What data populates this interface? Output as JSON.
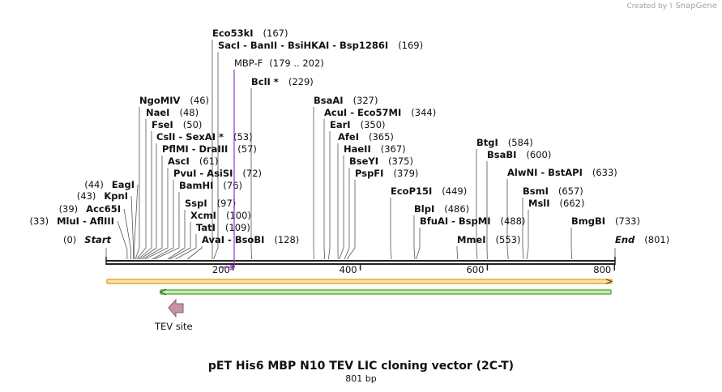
{
  "brand": {
    "created_by": "Created by",
    "name": "SnapGene"
  },
  "title": "pET His6 MBP N10 TEV LIC cloning vector (2C-T)",
  "length_label": "801 bp",
  "sequence_length": 801,
  "ruler_ticks": [
    "200",
    "400",
    "600",
    "800"
  ],
  "primer": {
    "name": "MBP-F",
    "range": "(179 .. 202)"
  },
  "feature_label": "TEV site",
  "colors": {
    "primer": "#9b30d0",
    "orange_bar": "#f0a830",
    "orange_fill": "#f7e2b0",
    "green_bar": "#5ab53a",
    "green_fill": "#c9eab3",
    "tev_fill": "#c893a8",
    "tev_stroke": "#8a5b6e"
  },
  "sites": [
    {
      "names": [
        "Start"
      ],
      "pos": "(0)",
      "cut": 0,
      "italic": true,
      "lead_left": true
    },
    {
      "names": [
        "MluI",
        "AflIII"
      ],
      "pos": "(33)",
      "cut": 33,
      "lead_left": true
    },
    {
      "names": [
        "Acc65I"
      ],
      "pos": "(39)",
      "cut": 39,
      "lead_left": true
    },
    {
      "names": [
        "KpnI"
      ],
      "pos": "(43)",
      "cut": 43,
      "lead_left": true
    },
    {
      "names": [
        "EagI"
      ],
      "pos": "(44)",
      "cut": 44,
      "lead_left": true
    },
    {
      "names": [
        "NgoMIV"
      ],
      "pos": "(46)",
      "cut": 46
    },
    {
      "names": [
        "NaeI"
      ],
      "pos": "(48)",
      "cut": 48
    },
    {
      "names": [
        "FseI"
      ],
      "pos": "(50)",
      "cut": 50
    },
    {
      "names": [
        "CslI",
        "SexAI *"
      ],
      "pos": "(53)",
      "cut": 53
    },
    {
      "names": [
        "PflMI",
        "DraIII"
      ],
      "pos": "(57)",
      "cut": 57
    },
    {
      "names": [
        "AscI"
      ],
      "pos": "(61)",
      "cut": 61
    },
    {
      "names": [
        "PvuI",
        "AsiSI"
      ],
      "pos": "(72)",
      "cut": 72
    },
    {
      "names": [
        "BamHI"
      ],
      "pos": "(76)",
      "cut": 76
    },
    {
      "names": [
        "SspI"
      ],
      "pos": "(97)",
      "cut": 97
    },
    {
      "names": [
        "XcmI"
      ],
      "pos": "(100)",
      "cut": 100
    },
    {
      "names": [
        "TatI"
      ],
      "pos": "(109)",
      "cut": 109
    },
    {
      "names": [
        "AvaI",
        "BsoBI"
      ],
      "pos": "(128)",
      "cut": 128
    },
    {
      "names": [
        "Eco53kI"
      ],
      "pos": "(167)",
      "cut": 167
    },
    {
      "names": [
        "SacI",
        "BanII",
        "BsiHKAI",
        "Bsp1286I"
      ],
      "pos": "(169)",
      "cut": 169
    },
    {
      "names": [
        "BclI *"
      ],
      "pos": "(229)",
      "cut": 229
    },
    {
      "names": [
        "BsaAI"
      ],
      "pos": "(327)",
      "cut": 327
    },
    {
      "names": [
        "AcuI",
        "Eco57MI"
      ],
      "pos": "(344)",
      "cut": 344
    },
    {
      "names": [
        "EarI"
      ],
      "pos": "(350)",
      "cut": 350
    },
    {
      "names": [
        "AfeI"
      ],
      "pos": "(365)",
      "cut": 365
    },
    {
      "names": [
        "HaeII"
      ],
      "pos": "(367)",
      "cut": 367
    },
    {
      "names": [
        "BseYI"
      ],
      "pos": "(375)",
      "cut": 375
    },
    {
      "names": [
        "PspFI"
      ],
      "pos": "(379)",
      "cut": 379
    },
    {
      "names": [
        "EcoP15I"
      ],
      "pos": "(449)",
      "cut": 449
    },
    {
      "names": [
        "BlpI"
      ],
      "pos": "(486)",
      "cut": 486
    },
    {
      "names": [
        "BfuAI",
        "BspMI"
      ],
      "pos": "(488)",
      "cut": 488
    },
    {
      "names": [
        "MmeI"
      ],
      "pos": "(553)",
      "cut": 553
    },
    {
      "names": [
        "BtgI"
      ],
      "pos": "(584)",
      "cut": 584
    },
    {
      "names": [
        "BsaBI"
      ],
      "pos": "(600)",
      "cut": 600
    },
    {
      "names": [
        "AlwNI",
        "BstAPI"
      ],
      "pos": "(633)",
      "cut": 633
    },
    {
      "names": [
        "BsmI"
      ],
      "pos": "(657)",
      "cut": 657
    },
    {
      "names": [
        "MslI"
      ],
      "pos": "(662)",
      "cut": 662
    },
    {
      "names": [
        "BmgBI"
      ],
      "pos": "(733)",
      "cut": 733
    },
    {
      "names": [
        "End"
      ],
      "pos": "(801)",
      "cut": 801,
      "italic": true
    }
  ]
}
